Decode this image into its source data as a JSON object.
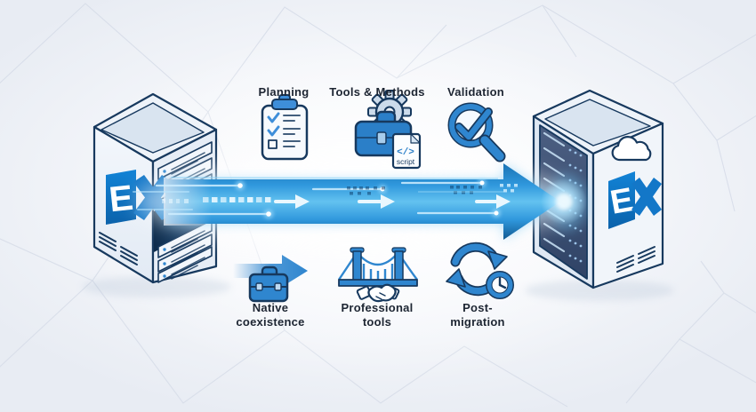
{
  "colors": {
    "accent_blue": "#2f86cf",
    "arrow_blue": "#2f97dc",
    "exchange_blue": "#0f6cbd",
    "outline_navy": "#17395e",
    "glow_cyan": "#aee4ff",
    "label_text": "#1d2532",
    "background": "#eef1f6"
  },
  "source_server": {
    "logo_letter": "E",
    "logo": "exchange-logo"
  },
  "target_server": {
    "logo_letter": "E",
    "logo": "exchange-logo",
    "badge_icon": "cloud-icon"
  },
  "migration_arrow": {
    "style": "data-stream",
    "direction": "left-to-right"
  },
  "steps_top": [
    {
      "label": "Planning",
      "icon": "clipboard-checklist-icon"
    },
    {
      "label": "Tools & Methods",
      "icon": "toolbox-gear-script-icon",
      "code_glyph": "</>",
      "script_badge": "script"
    },
    {
      "label": "Validation",
      "icon": "magnifier-check-icon"
    }
  ],
  "steps_bottom": [
    {
      "label": "Native\ncoexistence",
      "icon": "arrow-briefcase-icon"
    },
    {
      "label": "Professional\ntools",
      "icon": "bridge-handshake-icon"
    },
    {
      "label": "Post-\nmigration",
      "icon": "sync-clock-icon"
    }
  ]
}
